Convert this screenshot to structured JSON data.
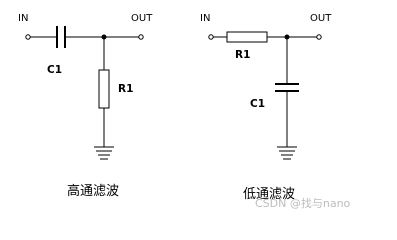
{
  "circuits": [
    {
      "in_label": "IN",
      "out_label": "OUT",
      "cap_label": "C1",
      "res_label": "R1",
      "caption": "高通滤波"
    },
    {
      "in_label": "IN",
      "out_label": "OUT",
      "res_label": "R1",
      "cap_label": "C1",
      "caption": "低通滤波"
    }
  ],
  "watermark": "CSDN @找与nano"
}
